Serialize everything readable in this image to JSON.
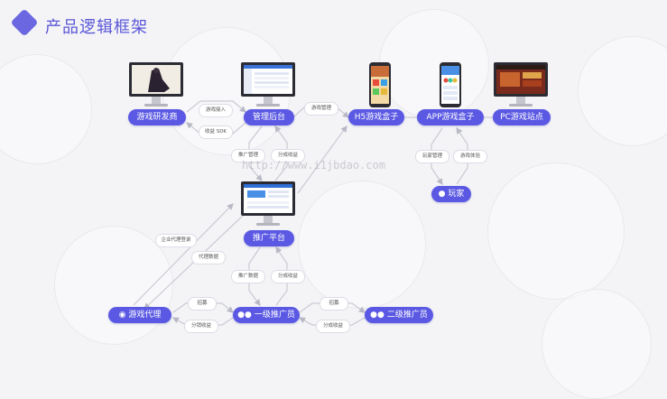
{
  "header": {
    "title": "产品逻辑框架"
  },
  "watermark": "http://www.i1jbdao.com",
  "nodes": {
    "developer": "游戏研发商",
    "backend": "管理后台",
    "h5_box": "H5游戏盒子",
    "app_box": "APP游戏盒子",
    "pc_site": "PC游戏站点",
    "player": "玩家",
    "promo_platform": "推广平台",
    "agent": "游戏代理",
    "l1_promoter": "一级推广员",
    "l2_promoter": "二级推广员"
  },
  "edge_labels": {
    "game_access": "游戏接入",
    "revenue_sdk": "收益 SDK",
    "game_manage": "游戏管理",
    "promo_manage": "推广管理",
    "share_revenue_1": "分成收益",
    "player_manage": "玩家管理",
    "game_play": "游戏体验",
    "agent_register": "企业代理登录",
    "agent_data": "代理数据",
    "promo_data": "推广数据",
    "share_revenue_2": "分成收益",
    "recruit_1": "招募",
    "share_income": "分销收益",
    "recruit_2": "招募",
    "share_revenue_3": "分成收益"
  },
  "colors": {
    "accent": "#5b59e3",
    "title": "#5a57d6",
    "line": "#c9c9d4",
    "background": "#f4f4f7"
  },
  "icons": {
    "logo": "diamond-logo-icon",
    "player": "user-icon",
    "agent": "gamepad-icon",
    "l1_promoter": "users-icon",
    "l2_promoter": "users-icon"
  }
}
